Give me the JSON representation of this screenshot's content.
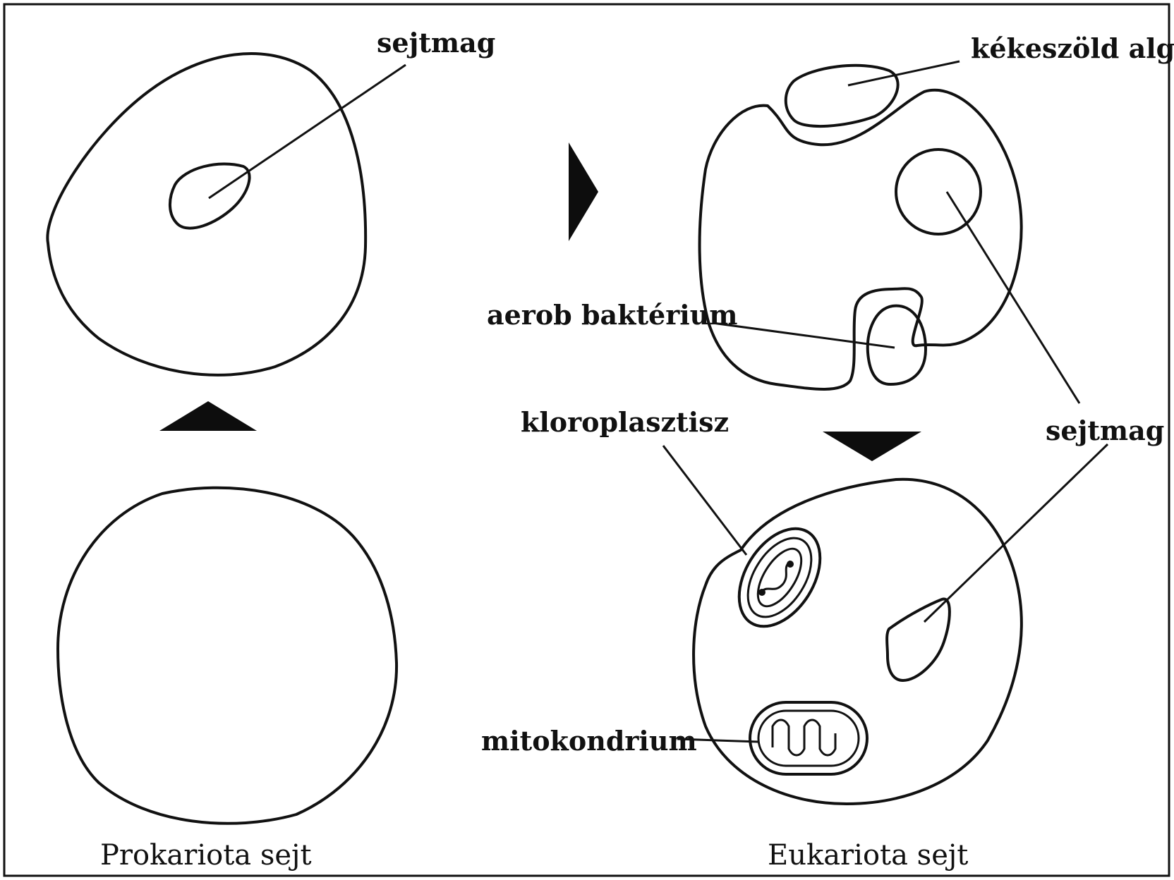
{
  "labels": {
    "sejtmag_top": "sejtmag",
    "kekeszold_alga": "kékeszöld alga",
    "aerob_bakterium": "aerob baktérium",
    "kloroplasztisz": "kloroplasztisz",
    "sejtmag_right": "sejtmag",
    "mitokondrium": "mitokondrium"
  },
  "captions": {
    "prokariota": "Prokariota sejt",
    "eukariota": "Eukariota sejt"
  },
  "colors": {
    "ink": "#111111",
    "background": "#ffffff"
  }
}
